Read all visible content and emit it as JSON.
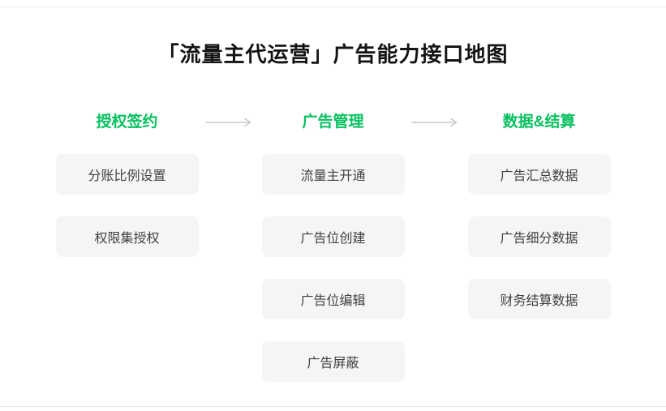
{
  "page": {
    "title": "「流量主代运营」广告能力接口地图"
  },
  "columns": [
    {
      "header": "授权签约",
      "items": [
        "分账比例设置",
        "权限集授权"
      ]
    },
    {
      "header": "广告管理",
      "items": [
        "流量主开通",
        "广告位创建",
        "广告位编辑",
        "广告屏蔽"
      ]
    },
    {
      "header": "数据&结算",
      "items": [
        "广告汇总数据",
        "广告细分数据",
        "财务结算数据"
      ]
    }
  ],
  "icons": {
    "arrow_right": "right-arrow connecting flow stages"
  },
  "colors": {
    "accent_green": "#07c160",
    "box_bg": "#f5f5f5",
    "box_text": "#404040",
    "arrow_gray": "#c9c9c9",
    "line_gray": "#e9e9e9"
  }
}
